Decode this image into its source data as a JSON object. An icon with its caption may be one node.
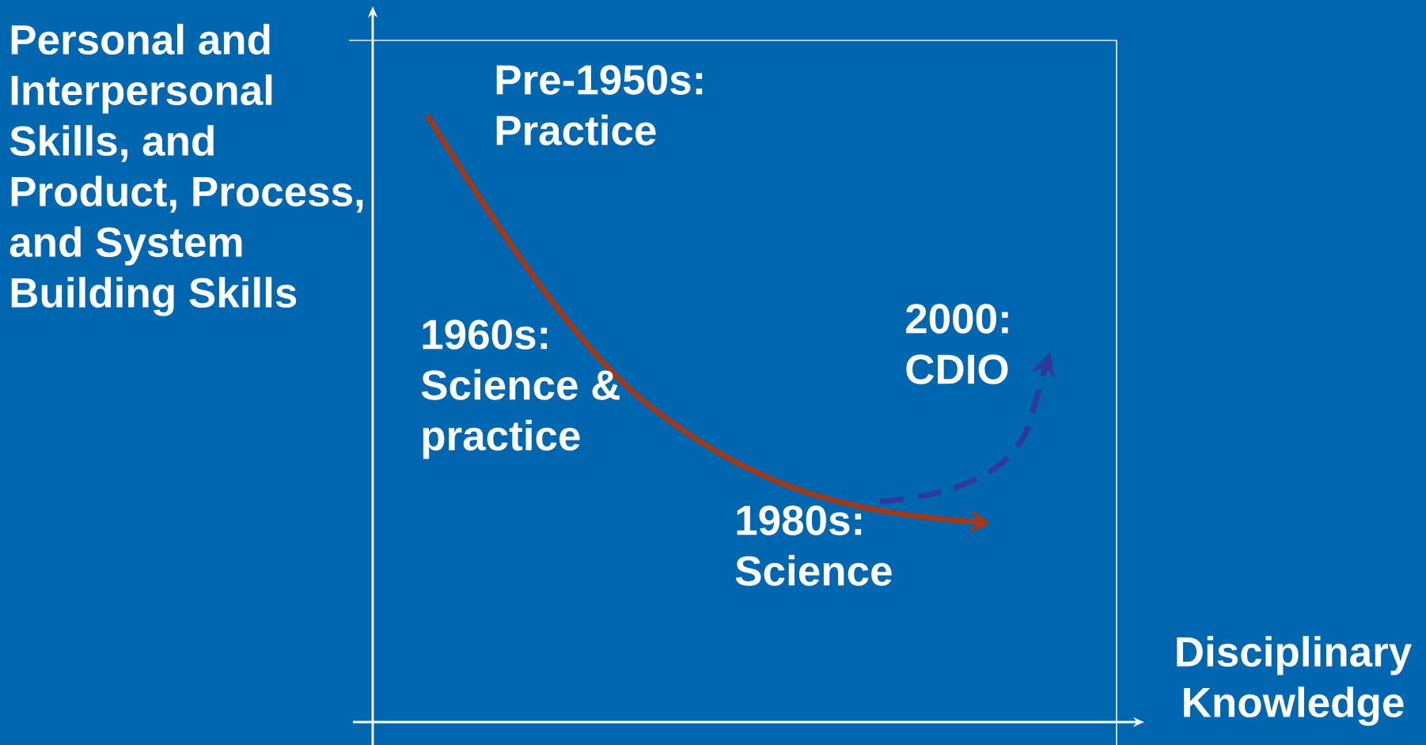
{
  "diagram": {
    "labels": [
      "Personal and Interpersonal Skills, and Product, Process, and System Building Skills",
      "Pre-1950s: Practice",
      "1960s: Science & practice",
      "2000: CDIO",
      "1980s: Science",
      "Disciplinary Knowledge"
    ]
  }
}
